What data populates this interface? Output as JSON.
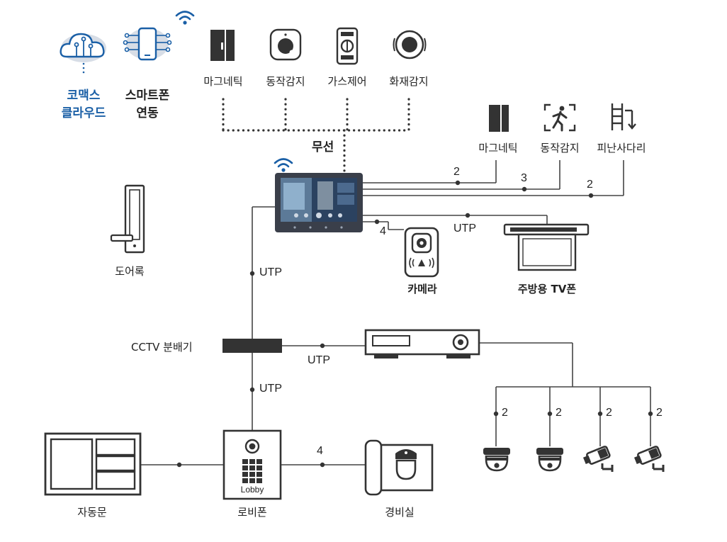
{
  "top_left": {
    "cloud_line1": "코맥스",
    "cloud_line2": "클라우드",
    "phone_line1": "스마트폰",
    "phone_line2": "연동"
  },
  "wireless_sensors": [
    {
      "label": "마그네틱",
      "icon": "magnetic-sensor-icon"
    },
    {
      "label": "동작감지",
      "icon": "motion-sensor-icon"
    },
    {
      "label": "가스제어",
      "icon": "gas-control-icon"
    },
    {
      "label": "화재감지",
      "icon": "fire-detector-icon"
    }
  ],
  "wireless_label": "무선",
  "wired_sensors": [
    {
      "label": "마그네틱",
      "icon": "magnetic-sensor-icon",
      "wires": "2"
    },
    {
      "label": "동작감지",
      "icon": "motion-exit-icon",
      "wires": "3"
    },
    {
      "label": "피난사다리",
      "icon": "escape-ladder-icon",
      "wires": "2"
    }
  ],
  "devices": {
    "door_lock": "도어록",
    "camera": "카메라",
    "camera_wires": "4",
    "kitchen_tv": "주방용 TV폰",
    "cctv_splitter": "CCTV 분배기",
    "auto_door": "자동문",
    "lobby_phone": "로비폰",
    "lobby_text": "Lobby",
    "guard_room": "경비실",
    "guard_wires": "4"
  },
  "cable_labels": {
    "utp_monitor_tv": "UTP",
    "utp_monitor_splitter": "UTP",
    "utp_splitter_dvr": "UTP",
    "utp_splitter_lobby": "UTP"
  },
  "cctv_cameras": [
    {
      "icon": "dome-camera-icon",
      "wires": "2"
    },
    {
      "icon": "dome-camera-icon",
      "wires": "2"
    },
    {
      "icon": "bullet-camera-icon",
      "wires": "2"
    },
    {
      "icon": "bullet-camera-icon",
      "wires": "2"
    }
  ],
  "colors": {
    "line": "#444444",
    "accent_blue": "#1a5fa6",
    "device_dark": "#333333"
  }
}
